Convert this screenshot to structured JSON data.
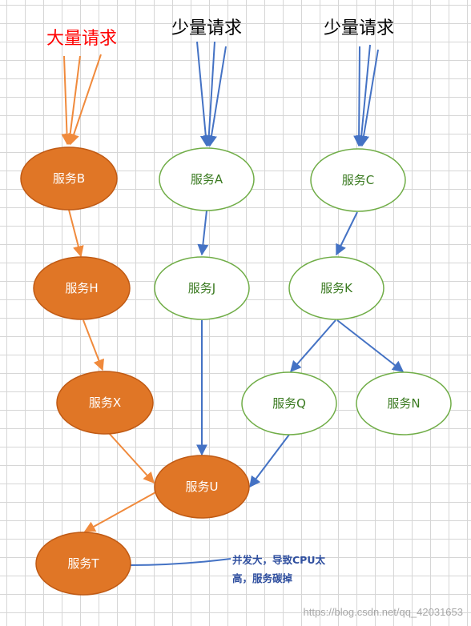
{
  "requests": {
    "heavy": "大量请求",
    "light_a": "少量请求",
    "light_c": "少量请求"
  },
  "nodes": {
    "b": "服务B",
    "h": "服务H",
    "x": "服务X",
    "u": "服务U",
    "t": "服务T",
    "a": "服务A",
    "j": "服务J",
    "c": "服务C",
    "k": "服务K",
    "q": "服务Q",
    "n": "服务N"
  },
  "note": {
    "line1": "并发大，导致CPU太",
    "line2": "高，服务碳掉"
  },
  "watermark": "https://blog.csdn.net/qq_42031653",
  "colors": {
    "heavy_fill": "#e07626",
    "heavy_stroke": "#c05a14",
    "heavy_arrow": "#f08a3c",
    "light_stroke": "#70ad47",
    "light_fill": "#ffffff",
    "light_arrow": "#4472c4",
    "heavy_label": "#ff0000",
    "note_text": "#2f4f9f"
  }
}
